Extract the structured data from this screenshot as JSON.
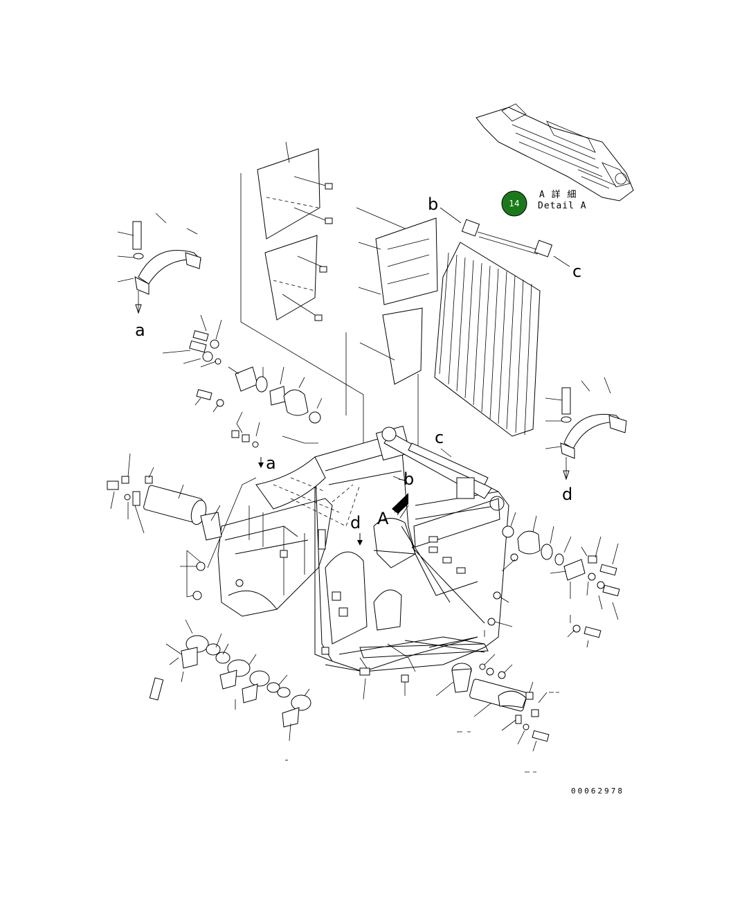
{
  "drawing": {
    "labels": {
      "a_top": "a",
      "a_mid": "a",
      "b_top": "b",
      "b_mid": "b",
      "c_right": "c",
      "c_mid": "c",
      "d_right": "d",
      "d_mid": "d",
      "A_view": "A"
    },
    "detail_jp": "A 詳 細",
    "detail_en": "Detail A",
    "callout": {
      "number": "14",
      "color": "#1a7a1a"
    },
    "drawing_number": "00062978"
  }
}
